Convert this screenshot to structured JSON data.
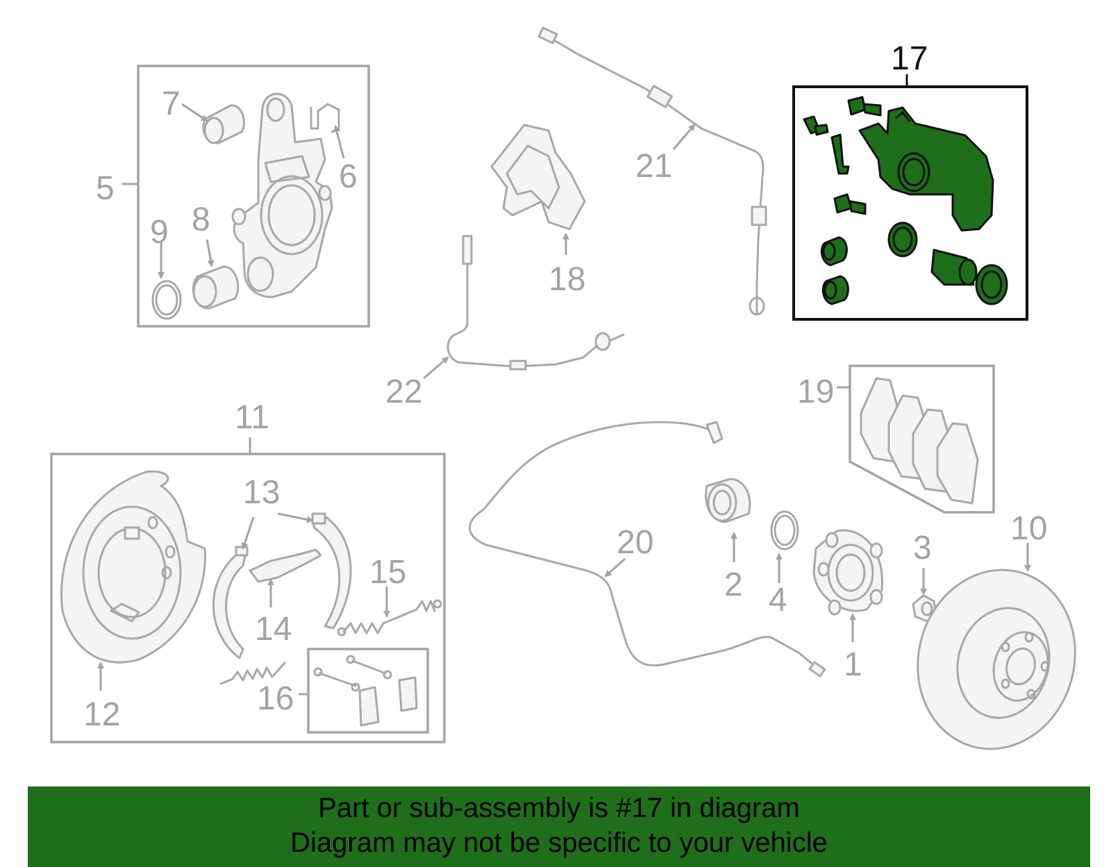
{
  "callouts": {
    "c1": "1",
    "c2": "2",
    "c3": "3",
    "c4": "4",
    "c5": "5",
    "c6": "6",
    "c7": "7",
    "c8": "8",
    "c9": "9",
    "c10": "10",
    "c11": "11",
    "c12": "12",
    "c13": "13",
    "c14": "14",
    "c15": "15",
    "c16": "16",
    "c17": "17",
    "c18": "18",
    "c19": "19",
    "c20": "20",
    "c21": "21",
    "c22": "22"
  },
  "highlight": {
    "part": "17",
    "color": "#1f6e1a"
  },
  "colors": {
    "banner": "#1f6e1a",
    "part_line": "#a8a8a8",
    "callout": "#a3a3a3",
    "highlight_outline": "#111111"
  },
  "banner": {
    "line1": "Part or sub-assembly is #17 in diagram",
    "line2": "Diagram may not be specific to your vehicle"
  }
}
